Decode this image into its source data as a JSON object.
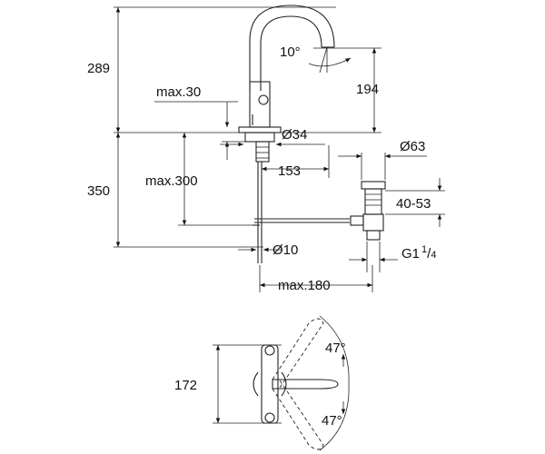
{
  "dimensions": {
    "height_upper": "289",
    "height_lower": "350",
    "spout_angle": "10°",
    "spout_height": "194",
    "lever_clearance": "max.30",
    "body_diameter": "Ø34",
    "thickness_max": "max.300",
    "spout_reach": "153",
    "waste_diameter": "Ø63",
    "waste_range": "40-53",
    "supply_diameter": "Ø10",
    "thread_main": "G1",
    "thread_num": "1",
    "thread_den": "4",
    "pull_rod_max": "max.180",
    "plan_width": "172",
    "swivel_angle_top": "47°",
    "swivel_angle_bottom": "47°"
  }
}
